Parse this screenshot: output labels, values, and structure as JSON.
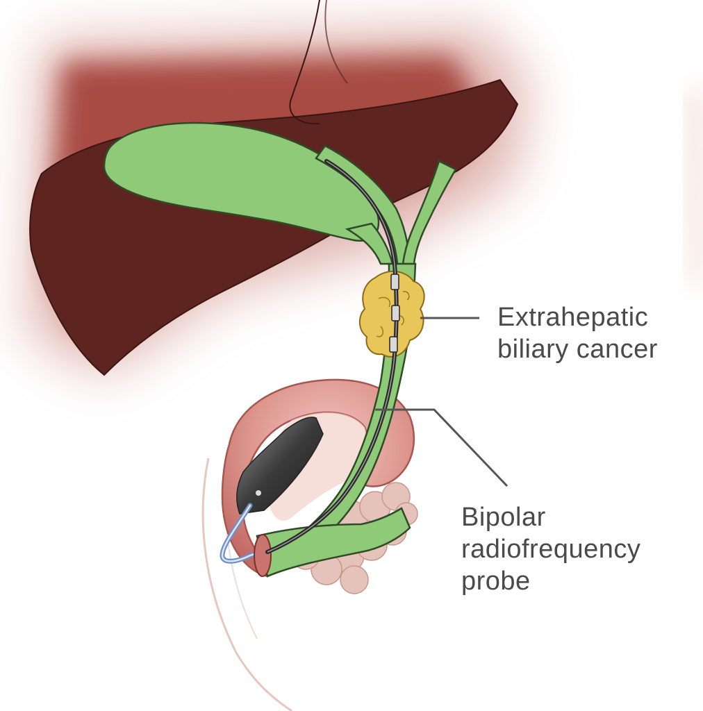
{
  "labels": {
    "cancer": {
      "line1": "Extrahepatic",
      "line2": "biliary cancer"
    },
    "probe": {
      "line1": "Bipolar",
      "line2": "radiofrequency",
      "line3": "probe"
    }
  },
  "colors": {
    "liver": "#5e2520",
    "liver_halo": "#9a3a36",
    "bile_duct": "#8fca78",
    "tumor": "#e8c65a",
    "duodenum": "#c9746e",
    "duodenum_light": "#e9b3ac",
    "pancreas": "#e8c8c0",
    "probe_wire": "#6f8fc8",
    "endoscope": "#3a3a3a",
    "label_text": "#4a4a4a",
    "leader_line": "#555555"
  }
}
